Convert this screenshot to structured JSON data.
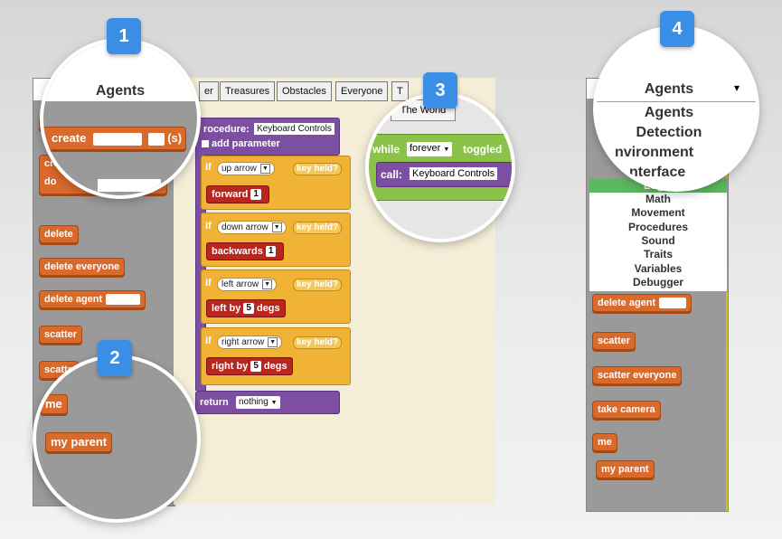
{
  "callouts": [
    "1",
    "2",
    "3",
    "4"
  ],
  "left_panel": {
    "category": "Agents",
    "dropdown_glyph": "▾",
    "create_label": "create",
    "create_suffix": "(s)",
    "create_prefix": "crea",
    "do_label": "do",
    "blocks": [
      "delete",
      "delete everyone",
      "delete agent",
      "scatter",
      "scatte",
      "me",
      "my parent"
    ]
  },
  "tabs": [
    "er",
    "Treasures",
    "Obstacles",
    "Everyone",
    "T"
  ],
  "procedure": {
    "prefix": "rocedure:",
    "name": "Keyboard Controls",
    "add_parameter": "add parameter",
    "if_label": "if",
    "key_held": "key held?",
    "rows": [
      {
        "key": "up arrow",
        "action": "forward",
        "value": "1",
        "unit": ""
      },
      {
        "key": "down arrow",
        "action": "backwards",
        "value": "1",
        "unit": ""
      },
      {
        "key": "left arrow",
        "action": "left by",
        "value": "5",
        "unit": "degs"
      },
      {
        "key": "right arrow",
        "action": "right by",
        "value": "5",
        "unit": "degs"
      }
    ],
    "return_label": "return",
    "return_value": "nothing"
  },
  "world": {
    "tab": "The World",
    "while_label": "while",
    "while_value": "forever",
    "toggled_label": "toggled",
    "call_label": "call:",
    "call_value": "Keyboard Controls"
  },
  "right_panel": {
    "category": "Agents",
    "zoom_items": [
      "Agents",
      "Detection",
      "Environment",
      "Interface"
    ],
    "zoom_item_fragments": [
      "nvironment",
      "nterface"
    ],
    "selected": "Logic",
    "menu_items": [
      "Logic",
      "Math",
      "Movement",
      "Procedures",
      "Sound",
      "Traits",
      "Variables",
      "Debugger"
    ],
    "blocks": [
      "delete agent",
      "scatter",
      "scatter everyone",
      "take camera",
      "me",
      "my parent"
    ]
  },
  "colors": {
    "agent_block": "#d96a2c",
    "procedure": "#7d4fa3",
    "control": "#f1b336",
    "movement": "#b8261e",
    "world": "#8bc34a",
    "selected": "#5cb85c",
    "badge": "#3a8ee6"
  }
}
